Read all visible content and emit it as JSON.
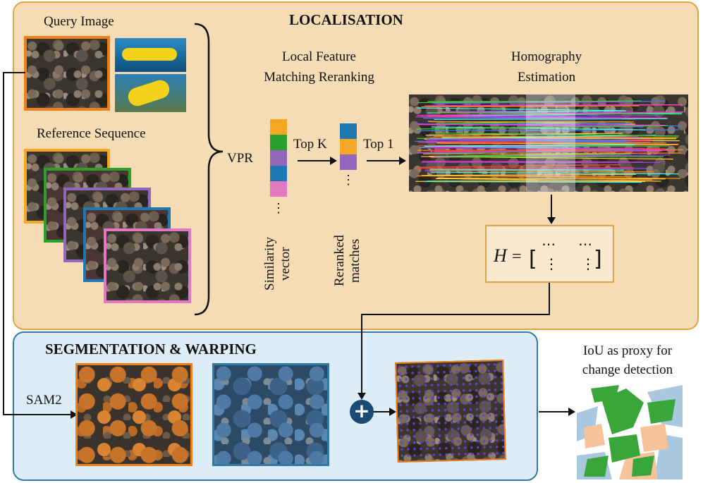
{
  "localisation": {
    "title": "LOCALISATION",
    "query_image_label": "Query Image",
    "reference_sequence_label": "Reference Sequence",
    "vpr_label": "VPR",
    "local_feature_label_line1": "Local Feature",
    "local_feature_label_line2": "Matching Reranking",
    "homography_label_line1": "Homography",
    "homography_label_line2": "Estimation",
    "top_k_label": "Top K",
    "top_1_label": "Top 1",
    "similarity_vector_label": "Similarity vector",
    "reranked_matches_label": "Reranked matches",
    "similarity_colors": [
      "#f5a623",
      "#2ca02c",
      "#9467bd",
      "#1f77b4",
      "#e377c2"
    ],
    "reranked_colors": [
      "#1f77b4",
      "#f5a623",
      "#9467bd"
    ],
    "reference_frame_colors": [
      "#f5a623",
      "#2ca02c",
      "#9467bd",
      "#1f77b4",
      "#e377c2"
    ],
    "homography_formula": "H = [ ⋯ ⋯ ; ⋮ ⋮ ]"
  },
  "segmentation": {
    "title": "SEGMENTATION & WARPING",
    "sam2_label": "SAM2",
    "plus_symbol": "+"
  },
  "output": {
    "iou_label_line1": "IoU as proxy for",
    "iou_label_line2": "change detection"
  },
  "colors": {
    "localisation_bg": "#f6dcb5",
    "localisation_border": "#e0a34a",
    "segmentation_bg": "#dcedf7",
    "segmentation_border": "#2f7aa8",
    "query_border": "#f07f1a"
  }
}
